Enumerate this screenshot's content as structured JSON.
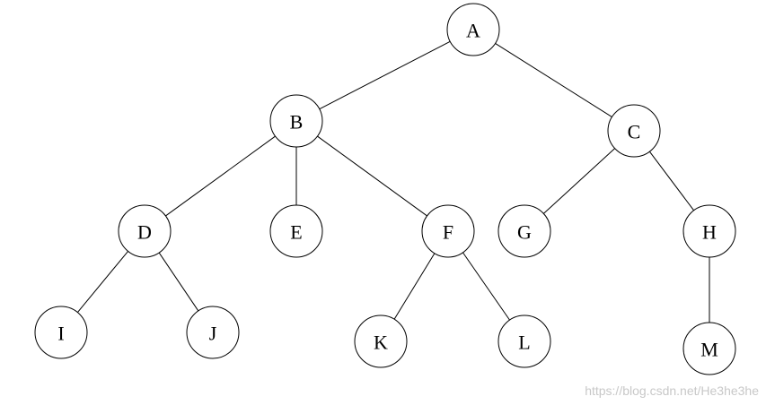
{
  "tree": {
    "nodes": [
      {
        "id": "A",
        "label": "A"
      },
      {
        "id": "B",
        "label": "B"
      },
      {
        "id": "C",
        "label": "C"
      },
      {
        "id": "D",
        "label": "D"
      },
      {
        "id": "E",
        "label": "E"
      },
      {
        "id": "F",
        "label": "F"
      },
      {
        "id": "G",
        "label": "G"
      },
      {
        "id": "H",
        "label": "H"
      },
      {
        "id": "I",
        "label": "I"
      },
      {
        "id": "J",
        "label": "J"
      },
      {
        "id": "K",
        "label": "K"
      },
      {
        "id": "L",
        "label": "L"
      },
      {
        "id": "M",
        "label": "M"
      }
    ],
    "edges": [
      [
        "A",
        "B"
      ],
      [
        "A",
        "C"
      ],
      [
        "B",
        "D"
      ],
      [
        "B",
        "E"
      ],
      [
        "B",
        "F"
      ],
      [
        "C",
        "G"
      ],
      [
        "C",
        "H"
      ],
      [
        "D",
        "I"
      ],
      [
        "D",
        "J"
      ],
      [
        "F",
        "K"
      ],
      [
        "F",
        "L"
      ],
      [
        "H",
        "M"
      ]
    ]
  },
  "watermark": "https://blog.csdn.net/He3he3he"
}
